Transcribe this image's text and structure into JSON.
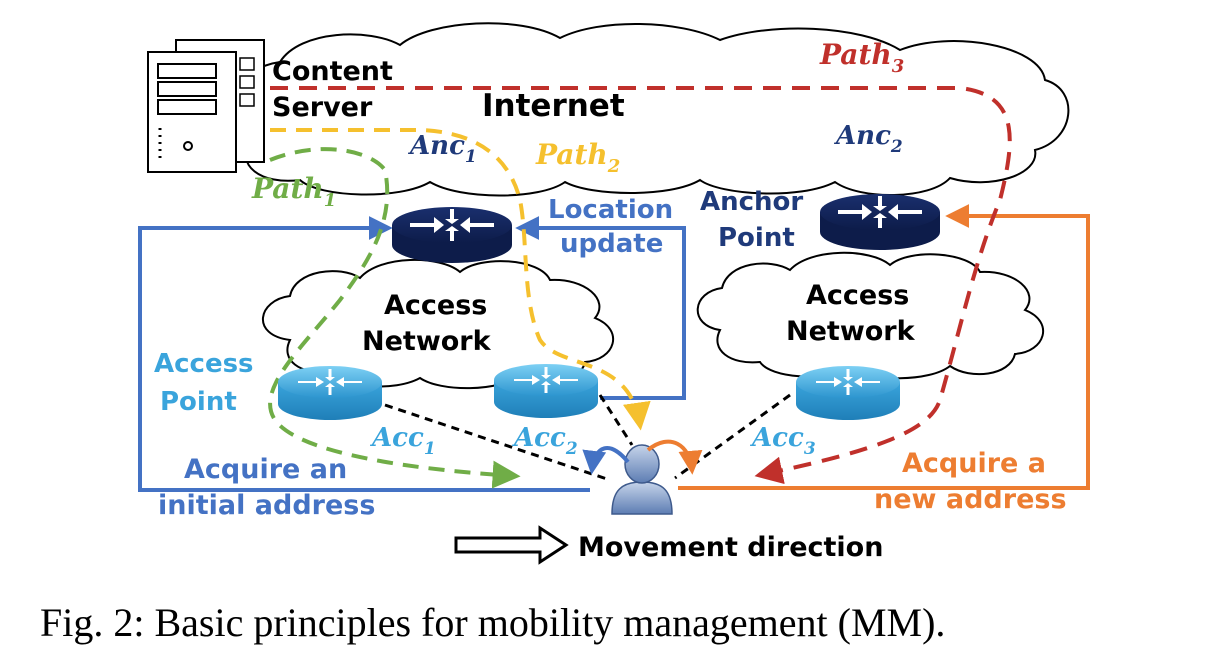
{
  "colors": {
    "green": "#70ad47",
    "yellow": "#f5c02e",
    "red": "#c0302b",
    "blue": "#4472c4",
    "orange": "#ed7d31",
    "navy": "#1f3a7a",
    "cyan": "#3aa4dc",
    "black": "#000000"
  },
  "labels": {
    "content_server_line1": "Content",
    "content_server_line2": "Server",
    "internet": "Internet",
    "access_network_left_line1": "Access",
    "access_network_left_line2": "Network",
    "access_network_right_line1": "Access",
    "access_network_right_line2": "Network",
    "anchor_point_line1": "Anchor",
    "anchor_point_line2": "Point",
    "location_update_line1": "Location",
    "location_update_line2": "update",
    "access_point_line1": "Access",
    "access_point_line2": "Point",
    "acquire_initial_line1": "Acquire an",
    "acquire_initial_line2": "initial address",
    "acquire_new_line1": "Acquire a",
    "acquire_new_line2": "new address",
    "movement_direction": "Movement direction"
  },
  "math_labels": {
    "path1": {
      "base": "Path",
      "sub": "1"
    },
    "path2": {
      "base": "Path",
      "sub": "2"
    },
    "path3": {
      "base": "Path",
      "sub": "3"
    },
    "anc1": {
      "base": "Anc",
      "sub": "1"
    },
    "anc2": {
      "base": "Anc",
      "sub": "2"
    },
    "acc1": {
      "base": "Acc",
      "sub": "1"
    },
    "acc2": {
      "base": "Acc",
      "sub": "2"
    },
    "acc3": {
      "base": "Acc",
      "sub": "3"
    }
  },
  "caption": "Fig. 2: Basic principles for mobility management (MM).",
  "icons": [
    "server-icon",
    "router-icon",
    "access-point-icon",
    "user-icon",
    "cloud-icon",
    "hollow-arrow-icon"
  ]
}
